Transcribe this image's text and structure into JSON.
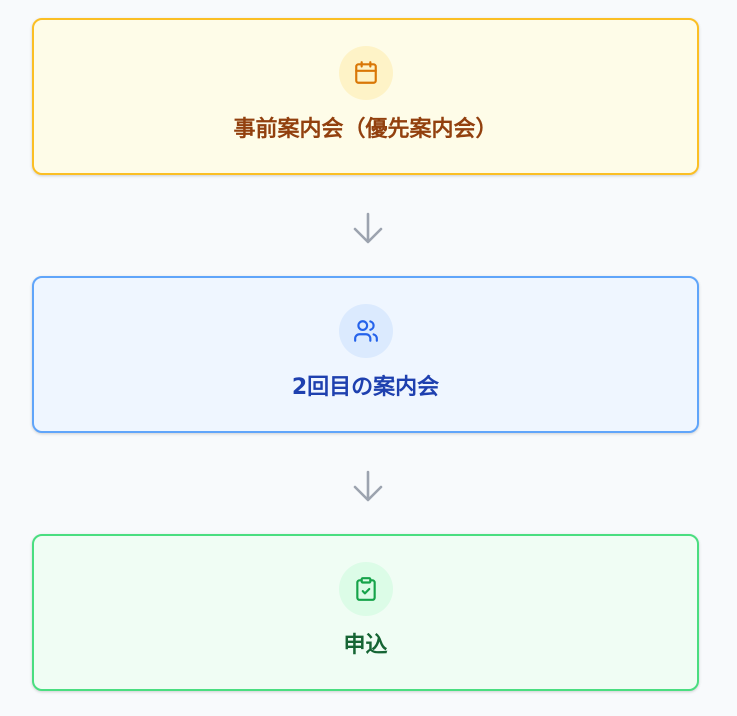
{
  "steps": [
    {
      "label": "事前案内会（優先案内会）",
      "icon": "calendar-icon",
      "color": "#d97706"
    },
    {
      "label": "2回目の案内会",
      "icon": "users-icon",
      "color": "#2563eb"
    },
    {
      "label": "申込",
      "icon": "clipboard-check-icon",
      "color": "#16a34a"
    }
  ],
  "connector_icon": "arrow-down-icon",
  "colors": {
    "background": "#f8fafc",
    "arrow": "#9ca3af"
  }
}
